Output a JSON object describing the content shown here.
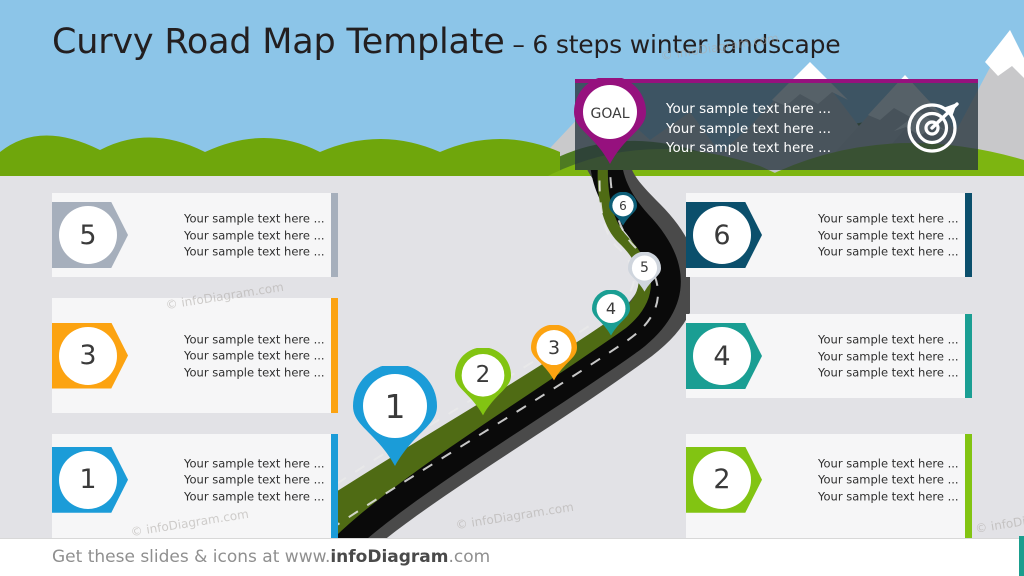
{
  "slide": {
    "title_main": "Curvy Road Map Template",
    "title_dash": "–",
    "title_sub": "6 steps winter landscape",
    "background_sky": "#8CC5E8",
    "background_body": "#E2E2E6"
  },
  "goal": {
    "pin_label": "GOAL",
    "pin_color": "#96117E",
    "panel_color": "rgba(38,52,62,0.78)",
    "accent_color": "#96117E",
    "lines": [
      "Your sample text here ...",
      "Your sample text here ...",
      "Your sample text here ..."
    ],
    "icon": "target-dart-icon"
  },
  "steps": [
    {
      "number": "1",
      "side": "left",
      "color": "#1B9CD8",
      "lines": [
        "Your sample text here ...",
        "Your sample text here ...",
        "Your sample text here ..."
      ]
    },
    {
      "number": "2",
      "side": "right",
      "color": "#82C412",
      "lines": [
        "Your sample text here ...",
        "Your sample text here ...",
        "Your sample text here ..."
      ]
    },
    {
      "number": "3",
      "side": "left",
      "color": "#FCA311",
      "lines": [
        "Your sample text here ...",
        "Your sample text here ...",
        "Your sample text here ..."
      ]
    },
    {
      "number": "4",
      "side": "right",
      "color": "#1A9E93",
      "lines": [
        "Your sample text here ...",
        "Your sample text here ...",
        "Your sample text here ..."
      ]
    },
    {
      "number": "5",
      "side": "left",
      "color": "#A6AFBC",
      "lines": [
        "Your sample text here ...",
        "Your sample text here ...",
        "Your sample text here ..."
      ]
    },
    {
      "number": "6",
      "side": "right",
      "color": "#0B4F6C",
      "lines": [
        "Your sample text here ...",
        "Your sample text here ...",
        "Your sample text here ..."
      ]
    }
  ],
  "road_pins": [
    {
      "number": "1",
      "color": "#1B9CD8"
    },
    {
      "number": "2",
      "color": "#82C412"
    },
    {
      "number": "3",
      "color": "#FCA311"
    },
    {
      "number": "4",
      "color": "#1A9E93"
    },
    {
      "number": "5",
      "color": "#CFD5DD"
    },
    {
      "number": "6",
      "color": "#0E5E77"
    }
  ],
  "watermarks": [
    "© infoDiagram.com",
    "© infoDiagram.com",
    "© infoDiagram.com",
    "© infoDiagram.com",
    "© infoDiagram.com",
    "© infoDiagram.com",
    "© infoDi"
  ],
  "footer": {
    "prefix": "Get these slides & icons at www.",
    "brand": "infoDiagram",
    "suffix": ".com"
  }
}
